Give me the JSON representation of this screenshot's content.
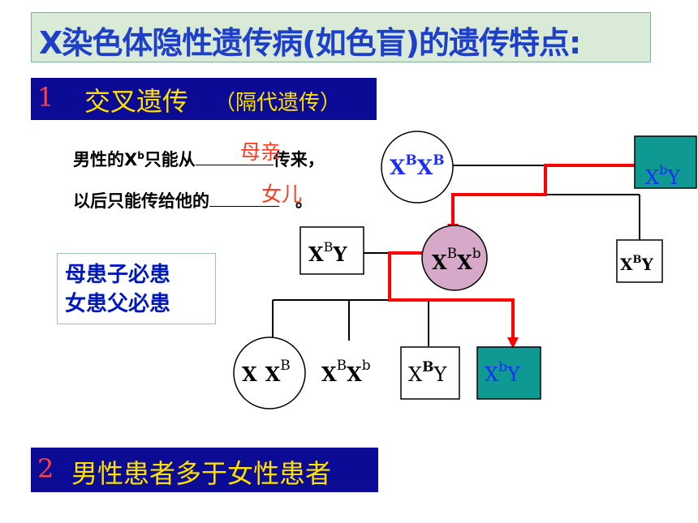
{
  "title": "X染色体隐性遗传病(如色盲)的遗传特点:",
  "section1": {
    "number": "1",
    "heading": "交叉遗传",
    "subheading": "（隔代遗传）"
  },
  "section2": {
    "number": "2",
    "heading": "男性患者多于女性患者"
  },
  "paragraph": {
    "line1_before": "男性的X",
    "line1_sup": "b",
    "line1_mid": "只能从",
    "line1_after": "传来，",
    "line2_before": "以后只能传给他的",
    "line2_after": "。",
    "answer1": "母亲",
    "answer2": "女儿"
  },
  "rules": [
    "母患子必患",
    "女患父必患"
  ],
  "pedigree": {
    "grandmother": {
      "base1": "X",
      "sup1": "B",
      "base2": "X",
      "sup2": "B"
    },
    "grandfather": {
      "base1": "X",
      "sup1": "b",
      "base2": "Y"
    },
    "father": {
      "base1": "X",
      "sup1": "B",
      "base2": "Y"
    },
    "mother": {
      "base1": "X",
      "sup1": "B",
      "base2": "X",
      "sup2": "b"
    },
    "uncle": {
      "base1": "X",
      "sup1": "B",
      "base2": "Y"
    },
    "daughter1": {
      "base1": "X",
      "base2": "X",
      "sup2": "B"
    },
    "daughter2": {
      "base1": "X",
      "sup1": "B",
      "base2": "X",
      "sup2": "b"
    },
    "son1": {
      "base1": "X",
      "sup1": "B",
      "base2": "Y"
    },
    "son2": {
      "base1": "X",
      "sup1": "b",
      "base2": "Y"
    }
  },
  "colors": {
    "title_text": "#1e40c8",
    "band_bg": "#0b0b96",
    "band_text": "#ffe000",
    "band_number": "#ff4040",
    "fill_in": "#ff3b1f",
    "rules_text": "#0018b8",
    "inheritance_arrow": "#ff0000",
    "affected_male_fill": "#0e9a92",
    "carrier_female_fill": "#d7a9c8",
    "affected_text": "#1a2cff"
  }
}
